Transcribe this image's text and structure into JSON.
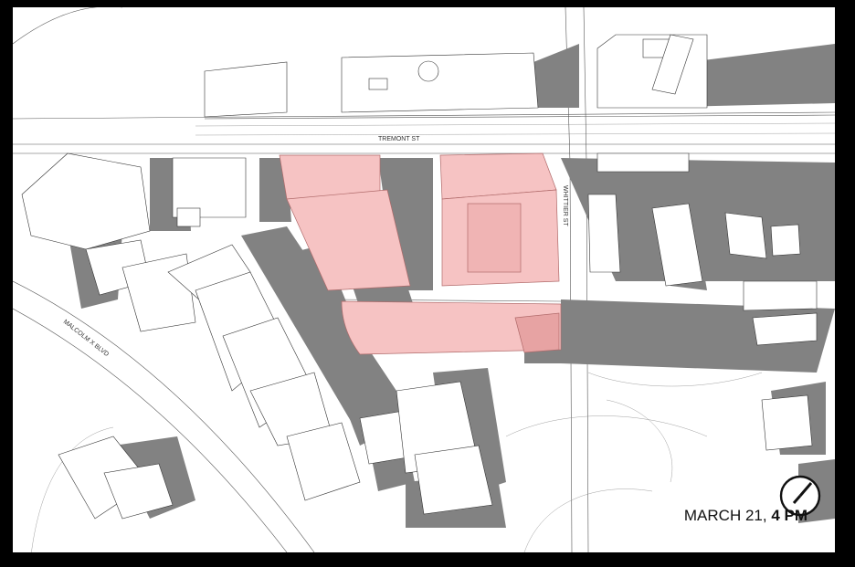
{
  "map": {
    "streets": {
      "tremont": "TREMONT ST",
      "whittier": "WHITTIER ST",
      "malcolm_x": "MALCOLM X BLVD"
    },
    "caption": {
      "date": "MARCH 21,",
      "time": "4 PM"
    },
    "icons": {
      "clock": "clock-icon"
    },
    "colors": {
      "background": "#ffffff",
      "shadow": "#828282",
      "proposed_building": "#f6c3c3",
      "frame": "#000000"
    }
  }
}
